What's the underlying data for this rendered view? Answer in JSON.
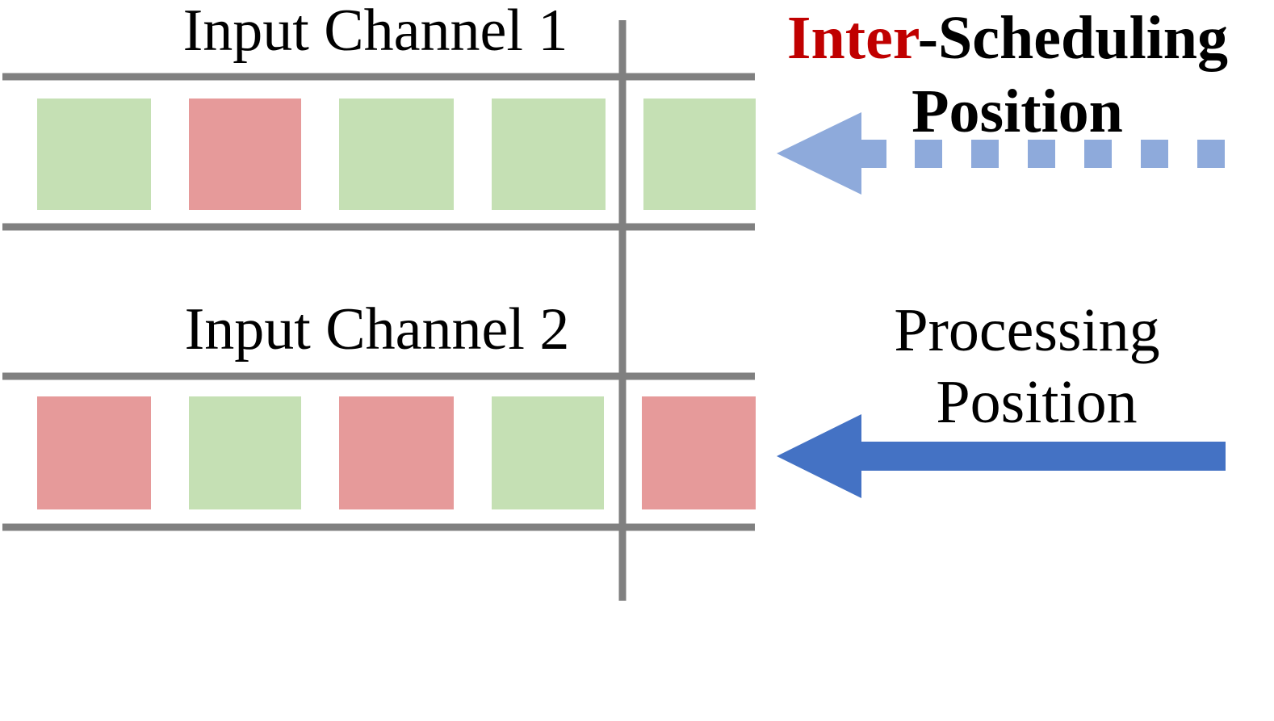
{
  "channels": [
    {
      "label": "Input Channel 1",
      "cells": [
        "valid",
        "invalid",
        "valid",
        "valid",
        "valid"
      ]
    },
    {
      "label": "Input Channel 2",
      "cells": [
        "invalid",
        "valid",
        "invalid",
        "valid",
        "invalid"
      ]
    }
  ],
  "cell_colors": {
    "valid": "#c5e0b4",
    "invalid": "#e69a9a"
  },
  "line_color": "#808080",
  "inter_scheduling": {
    "prefix": "Inter",
    "suffix": "-Scheduling",
    "line2": "Position",
    "prefix_color": "#c00000",
    "arrow_color": "#8eaadb",
    "arrow_style": "dotted"
  },
  "processing": {
    "line1": "Processing",
    "line2": "Position",
    "arrow_color": "#4472c4",
    "arrow_style": "solid"
  }
}
